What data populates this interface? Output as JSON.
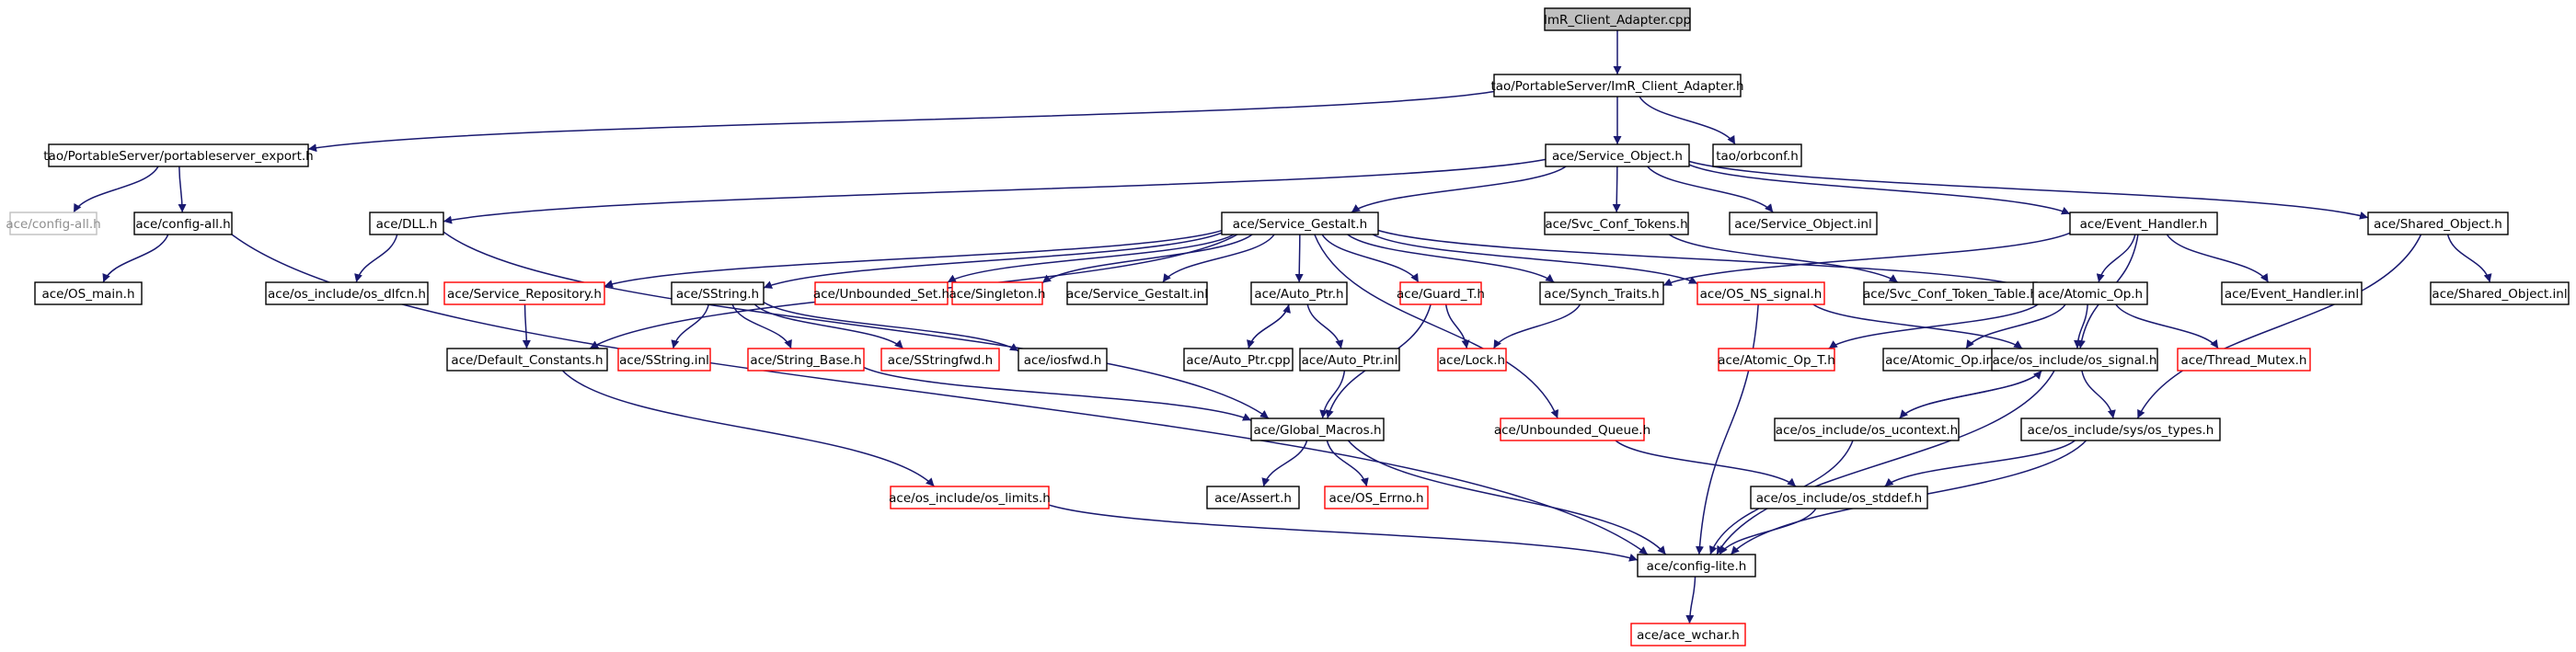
{
  "colors": {
    "edge": "#191970",
    "border": "#000000",
    "missing_border": "#ff0000",
    "external_border": "#bfbfbf",
    "root_fill": "#bfbfbf"
  },
  "nodes": [
    {
      "id": "root",
      "label": "ImR_Client_Adapter.cpp",
      "style": "root"
    },
    {
      "id": "imr",
      "label": "tao/PortableServer/ImR_Client_Adapter.h",
      "style": "normal"
    },
    {
      "id": "pse",
      "label": "tao/PortableServer/portableserver_export.h",
      "style": "normal"
    },
    {
      "id": "orbconf",
      "label": "tao/orbconf.h",
      "style": "normal"
    },
    {
      "id": "svcobj",
      "label": "ace/Service_Object.h",
      "style": "normal"
    },
    {
      "id": "cfgall_g",
      "label": "ace/config-all.h",
      "style": "external"
    },
    {
      "id": "cfgall",
      "label": "ace/config-all.h",
      "style": "normal"
    },
    {
      "id": "dll",
      "label": "ace/DLL.h",
      "style": "normal"
    },
    {
      "id": "gestalt",
      "label": "ace/Service_Gestalt.h",
      "style": "normal"
    },
    {
      "id": "sct",
      "label": "ace/Svc_Conf_Tokens.h",
      "style": "normal"
    },
    {
      "id": "soi",
      "label": "ace/Service_Object.inl",
      "style": "normal"
    },
    {
      "id": "evh",
      "label": "ace/Event_Handler.h",
      "style": "normal"
    },
    {
      "id": "sho",
      "label": "ace/Shared_Object.h",
      "style": "normal"
    },
    {
      "id": "osmain",
      "label": "ace/OS_main.h",
      "style": "normal"
    },
    {
      "id": "dlfcn",
      "label": "ace/os_include/os_dlfcn.h",
      "style": "normal"
    },
    {
      "id": "srep",
      "label": "ace/Service_Repository.h",
      "style": "missing"
    },
    {
      "id": "sstr",
      "label": "ace/SString.h",
      "style": "normal"
    },
    {
      "id": "unset",
      "label": "ace/Unbounded_Set.h",
      "style": "missing"
    },
    {
      "id": "single",
      "label": "ace/Singleton.h",
      "style": "missing"
    },
    {
      "id": "sginl",
      "label": "ace/Service_Gestalt.inl",
      "style": "normal"
    },
    {
      "id": "autoptr",
      "label": "ace/Auto_Ptr.h",
      "style": "normal"
    },
    {
      "id": "guard",
      "label": "ace/Guard_T.h",
      "style": "missing"
    },
    {
      "id": "synch",
      "label": "ace/Synch_Traits.h",
      "style": "normal"
    },
    {
      "id": "nssig",
      "label": "ace/OS_NS_signal.h",
      "style": "missing"
    },
    {
      "id": "sctt",
      "label": "ace/Svc_Conf_Token_Table.h",
      "style": "normal"
    },
    {
      "id": "atomic",
      "label": "ace/Atomic_Op.h",
      "style": "normal"
    },
    {
      "id": "evhinl",
      "label": "ace/Event_Handler.inl",
      "style": "normal"
    },
    {
      "id": "shoinl",
      "label": "ace/Shared_Object.inl",
      "style": "normal"
    },
    {
      "id": "defc",
      "label": "ace/Default_Constants.h",
      "style": "normal"
    },
    {
      "id": "sstrinl",
      "label": "ace/SString.inl",
      "style": "missing"
    },
    {
      "id": "strbase",
      "label": "ace/String_Base.h",
      "style": "missing"
    },
    {
      "id": "sstrfwd",
      "label": "ace/SStringfwd.h",
      "style": "missing"
    },
    {
      "id": "iosfwd",
      "label": "ace/iosfwd.h",
      "style": "normal"
    },
    {
      "id": "autoptrcpp",
      "label": "ace/Auto_Ptr.cpp",
      "style": "normal"
    },
    {
      "id": "autoptrinl",
      "label": "ace/Auto_Ptr.inl",
      "style": "normal"
    },
    {
      "id": "lock",
      "label": "ace/Lock.h",
      "style": "missing"
    },
    {
      "id": "atomict",
      "label": "ace/Atomic_Op_T.h",
      "style": "missing"
    },
    {
      "id": "atomicinl",
      "label": "ace/Atomic_Op.inl",
      "style": "normal"
    },
    {
      "id": "ossignal",
      "label": "ace/os_include/os_signal.h",
      "style": "normal"
    },
    {
      "id": "thrmutex",
      "label": "ace/Thread_Mutex.h",
      "style": "missing"
    },
    {
      "id": "globmac",
      "label": "ace/Global_Macros.h",
      "style": "normal"
    },
    {
      "id": "unq",
      "label": "ace/Unbounded_Queue.h",
      "style": "missing"
    },
    {
      "id": "ucontext",
      "label": "ace/os_include/os_ucontext.h",
      "style": "normal"
    },
    {
      "id": "systypes",
      "label": "ace/os_include/sys/os_types.h",
      "style": "normal"
    },
    {
      "id": "oslimits",
      "label": "ace/os_include/os_limits.h",
      "style": "missing"
    },
    {
      "id": "assert",
      "label": "ace/Assert.h",
      "style": "normal"
    },
    {
      "id": "errno",
      "label": "ace/OS_Errno.h",
      "style": "missing"
    },
    {
      "id": "stddef",
      "label": "ace/os_include/os_stddef.h",
      "style": "normal"
    },
    {
      "id": "cfglite",
      "label": "ace/config-lite.h",
      "style": "normal"
    },
    {
      "id": "wchar",
      "label": "ace/ace_wchar.h",
      "style": "missing"
    }
  ],
  "edges": [
    [
      "root",
      "imr"
    ],
    [
      "imr",
      "pse"
    ],
    [
      "imr",
      "orbconf"
    ],
    [
      "imr",
      "svcobj"
    ],
    [
      "pse",
      "cfgall_g"
    ],
    [
      "pse",
      "cfgall"
    ],
    [
      "svcobj",
      "dll"
    ],
    [
      "svcobj",
      "gestalt"
    ],
    [
      "svcobj",
      "sct"
    ],
    [
      "svcobj",
      "soi"
    ],
    [
      "svcobj",
      "evh"
    ],
    [
      "svcobj",
      "sho"
    ],
    [
      "cfgall",
      "osmain"
    ],
    [
      "cfgall",
      "cfglite"
    ],
    [
      "dll",
      "dlfcn"
    ],
    [
      "dll",
      "globmac"
    ],
    [
      "gestalt",
      "srep"
    ],
    [
      "gestalt",
      "sstr"
    ],
    [
      "gestalt",
      "unset"
    ],
    [
      "gestalt",
      "single"
    ],
    [
      "gestalt",
      "sginl"
    ],
    [
      "gestalt",
      "autoptr"
    ],
    [
      "gestalt",
      "guard"
    ],
    [
      "gestalt",
      "synch"
    ],
    [
      "gestalt",
      "nssig"
    ],
    [
      "gestalt",
      "atomic"
    ],
    [
      "gestalt",
      "defc"
    ],
    [
      "gestalt",
      "unq"
    ],
    [
      "sct",
      "sctt"
    ],
    [
      "evh",
      "atomic"
    ],
    [
      "evh",
      "synch"
    ],
    [
      "evh",
      "evhinl"
    ],
    [
      "evh",
      "ossignal"
    ],
    [
      "sho",
      "shoinl"
    ],
    [
      "sho",
      "systypes"
    ],
    [
      "srep",
      "defc"
    ],
    [
      "sstr",
      "sstrinl"
    ],
    [
      "sstr",
      "strbase"
    ],
    [
      "sstr",
      "sstrfwd"
    ],
    [
      "sstr",
      "iosfwd"
    ],
    [
      "autoptr",
      "autoptrcpp"
    ],
    [
      "autoptr",
      "autoptrinl"
    ],
    [
      "autoptrcpp",
      "autoptr"
    ],
    [
      "autoptrinl",
      "globmac"
    ],
    [
      "guard",
      "lock"
    ],
    [
      "guard",
      "globmac"
    ],
    [
      "synch",
      "lock"
    ],
    [
      "nssig",
      "ossignal"
    ],
    [
      "nssig",
      "cfglite"
    ],
    [
      "atomic",
      "atomict"
    ],
    [
      "atomic",
      "atomicinl"
    ],
    [
      "atomic",
      "ossignal"
    ],
    [
      "atomic",
      "thrmutex"
    ],
    [
      "defc",
      "oslimits"
    ],
    [
      "strbase",
      "globmac"
    ],
    [
      "globmac",
      "assert"
    ],
    [
      "globmac",
      "errno"
    ],
    [
      "globmac",
      "cfglite"
    ],
    [
      "ossignal",
      "ucontext"
    ],
    [
      "ossignal",
      "systypes"
    ],
    [
      "ossignal",
      "cfglite"
    ],
    [
      "ucontext",
      "ossignal"
    ],
    [
      "ucontext",
      "cfglite"
    ],
    [
      "systypes",
      "stddef"
    ],
    [
      "systypes",
      "cfglite"
    ],
    [
      "unq",
      "stddef"
    ],
    [
      "oslimits",
      "cfglite"
    ],
    [
      "stddef",
      "cfglite"
    ],
    [
      "cfglite",
      "wchar"
    ]
  ]
}
